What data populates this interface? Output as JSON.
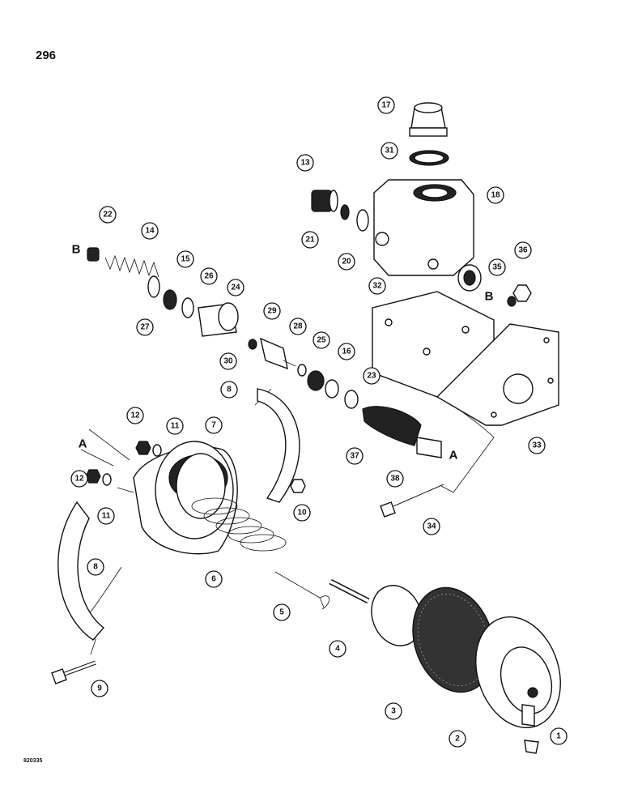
{
  "page": {
    "number": "296",
    "figure_code": "820335"
  },
  "callouts": [
    "1",
    "2",
    "3",
    "4",
    "5",
    "6",
    "7",
    "8",
    "8",
    "9",
    "10",
    "11",
    "11",
    "12",
    "12",
    "13",
    "14",
    "15",
    "16",
    "17",
    "18",
    "20",
    "21",
    "22",
    "23",
    "24",
    "25",
    "26",
    "27",
    "28",
    "29",
    "30",
    "31",
    "32",
    "33",
    "34",
    "35",
    "36",
    "37",
    "38"
  ],
  "references": [
    "A",
    "A",
    "B",
    "B"
  ],
  "colors": {
    "ink": "#111111",
    "paper": "#ffffff"
  }
}
